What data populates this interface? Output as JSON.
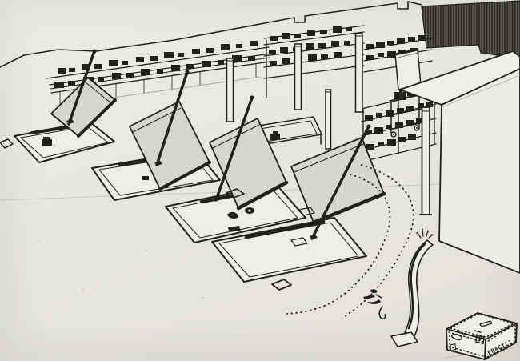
{
  "scene": {
    "medium": "pen-and-ink perspective drawing",
    "subject": "Showroom interior with four tilted display stands on low platforms, back-wall shelving lined with office machines, slender columns, a dark slatted wall, dotted circulation paths, a curved display pylon, a small bird sketch and a riveted shipping trunk",
    "paper_color": "#e9e7e2",
    "ink_color": "#23211e",
    "board_shade_color": "#d7d5cf",
    "slat_wall_color": "#45423d"
  },
  "counts": {
    "display_stations": 4,
    "columns": 5,
    "floor_diamonds": 3,
    "dotted_paths": 2
  },
  "trunk": {
    "stencil_text": "FRAGILI",
    "side_mark": "F."
  }
}
